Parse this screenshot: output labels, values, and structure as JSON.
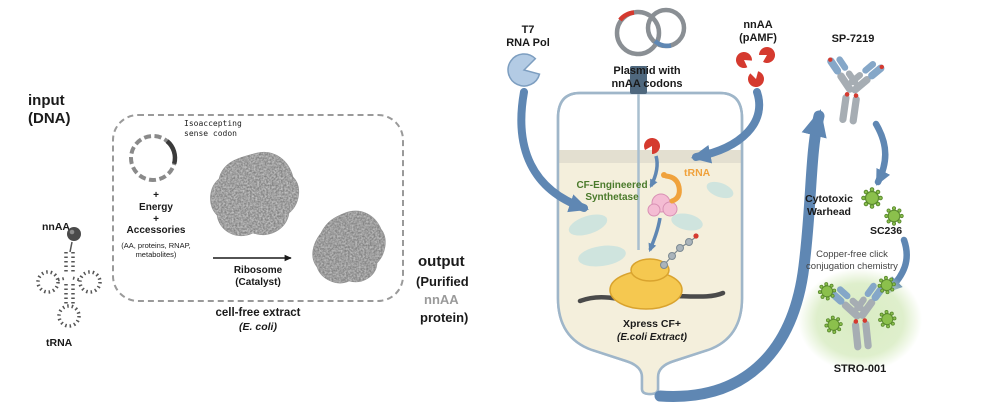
{
  "colors": {
    "arrow_blue": "#5f87b3",
    "red": "#d53a2f",
    "green_text": "#4a7a2b",
    "virus_green": "#8bc04c",
    "virus_green_dark": "#5a8a2e",
    "orange": "#f0a23c",
    "pink": "#f4bcd3",
    "pink_dark": "#d890b4",
    "yellow": "#f5c850",
    "yellow_dark": "#d9a32e",
    "beige": "#f4efdc",
    "beige_dark": "#e3dfd0",
    "teal": "#cfe4de",
    "vessel_stroke": "#9fb6c9",
    "cap_gray": "#4f687e",
    "antibody_blue": "#85a7c8",
    "antibody_gray": "#a6adb3",
    "glow_green": "#d9ecc3",
    "gray_text": "#9a9a9a",
    "pacman_blue": "#b3cbe4"
  },
  "left": {
    "input_label": "input\n(DNA)",
    "isoaccepting_label": "Isoaccepting\nsense codon",
    "energy_label": "+\nEnergy\n+\nAccessories",
    "accessories_detail": "(AA, proteins, RNAP,\nmetabolites)",
    "ribosome_label": "Ribosome\n(Catalyst)",
    "nnaa_label": "nnAA",
    "trna_label": "tRNA",
    "extract_label": "cell-free extract",
    "extract_sublabel": "(E. coli)",
    "output_label": "output",
    "output_line2": "(Purified",
    "output_line3": "nnAA",
    "output_line4": "protein)"
  },
  "right": {
    "t7_label": "T7\nRNA Pol",
    "plasmid_label": "Plasmid with\nnnAA codons",
    "nnaa_label": "nnAA\n(pAMF)",
    "synthetase_label": "CF-Engineered\nSynthetase",
    "trna_label": "tRNA",
    "xpress_label": "Xpress CF+",
    "xpress_sublabel": "(E.coli Extract)",
    "antibody_label": "SP-7219",
    "warhead_label": "Cytotoxic\nWarhead",
    "warhead_name": "SC236",
    "conjugation_label": "Copper-free click\nconjugation chemistry",
    "adc_label": "STRO-001"
  }
}
